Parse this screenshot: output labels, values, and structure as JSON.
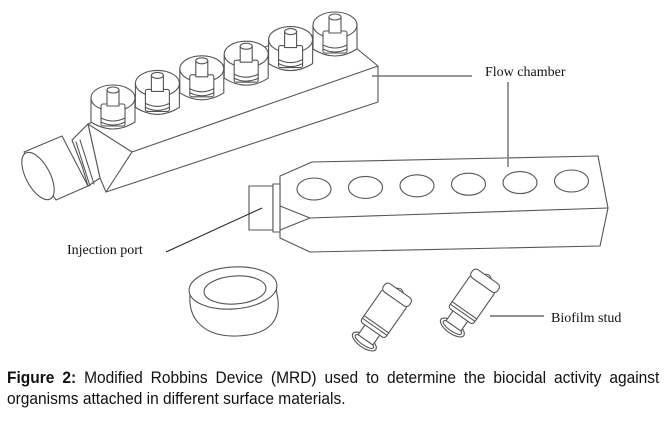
{
  "figure": {
    "labels": {
      "flow_chamber": "Flow chamber",
      "injection_port": "Injection port",
      "biofilm_stud": "Biofilm stud"
    },
    "caption": {
      "prefix": "Figure 2:",
      "text": " Modified Robbins Device (MRD) used to determine the biocidal activity against organisms attached in different surface materials."
    },
    "components": {
      "assembled_device_stud_count": 6,
      "open_chamber_port_count": 6,
      "loose_biofilm_studs": 2,
      "loose_ring_caps": 1
    }
  }
}
